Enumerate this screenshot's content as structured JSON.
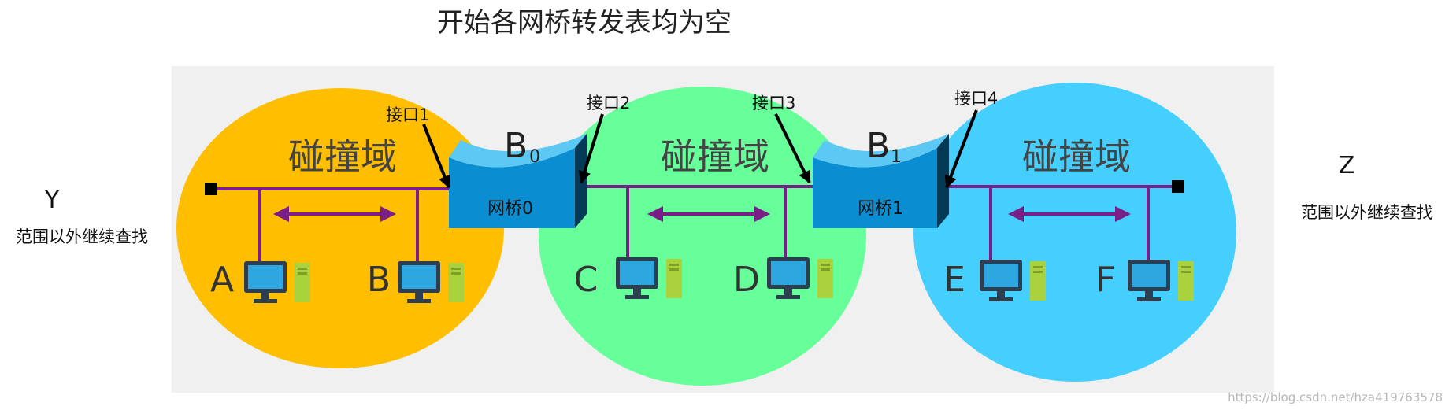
{
  "title": "开始各网桥转发表均为空",
  "collision_domain_label": "碰撞域",
  "hosts": [
    "A",
    "B",
    "C",
    "D",
    "E",
    "F"
  ],
  "bridges": [
    {
      "name": "B",
      "subscript": "0",
      "label": "网桥0"
    },
    {
      "name": "B",
      "subscript": "1",
      "label": "网桥1"
    }
  ],
  "ports": [
    "接口1",
    "接口2",
    "接口3",
    "接口4"
  ],
  "left_side": {
    "letter": "Y",
    "text": "范围以外继续查找"
  },
  "right_side": {
    "letter": "Z",
    "text": "范围以外继续查找"
  },
  "watermark": "https://blog.csdn.net/hza419763578",
  "colors": {
    "domain_left": "#FFBE00",
    "domain_mid": "#66FF99",
    "domain_right": "#45CFFF",
    "background_panel": "#F0F0F0",
    "bus": "#7B1F88",
    "bridge": "#0B8ED1",
    "bridge_top": "#5CC8F4"
  }
}
